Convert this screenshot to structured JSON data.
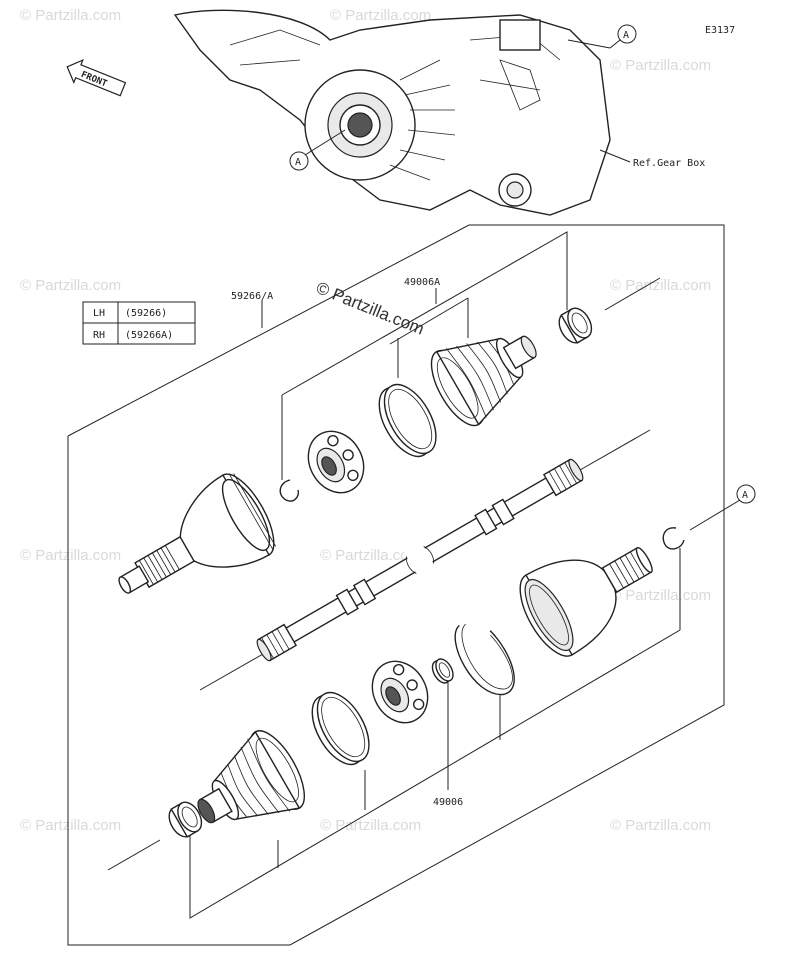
{
  "diagram_code": "E3137",
  "front_label": "FRONT",
  "ref_label": "Ref.Gear Box",
  "marker_a": "A",
  "labels": {
    "assembly": "59266/A",
    "boot_kit_top": "49006A",
    "boot_kit_bottom": "49006"
  },
  "variant_table": [
    {
      "side": "LH",
      "part": "(59266)"
    },
    {
      "side": "RH",
      "part": "(59266A)"
    }
  ],
  "watermark": "© Partzilla.com"
}
